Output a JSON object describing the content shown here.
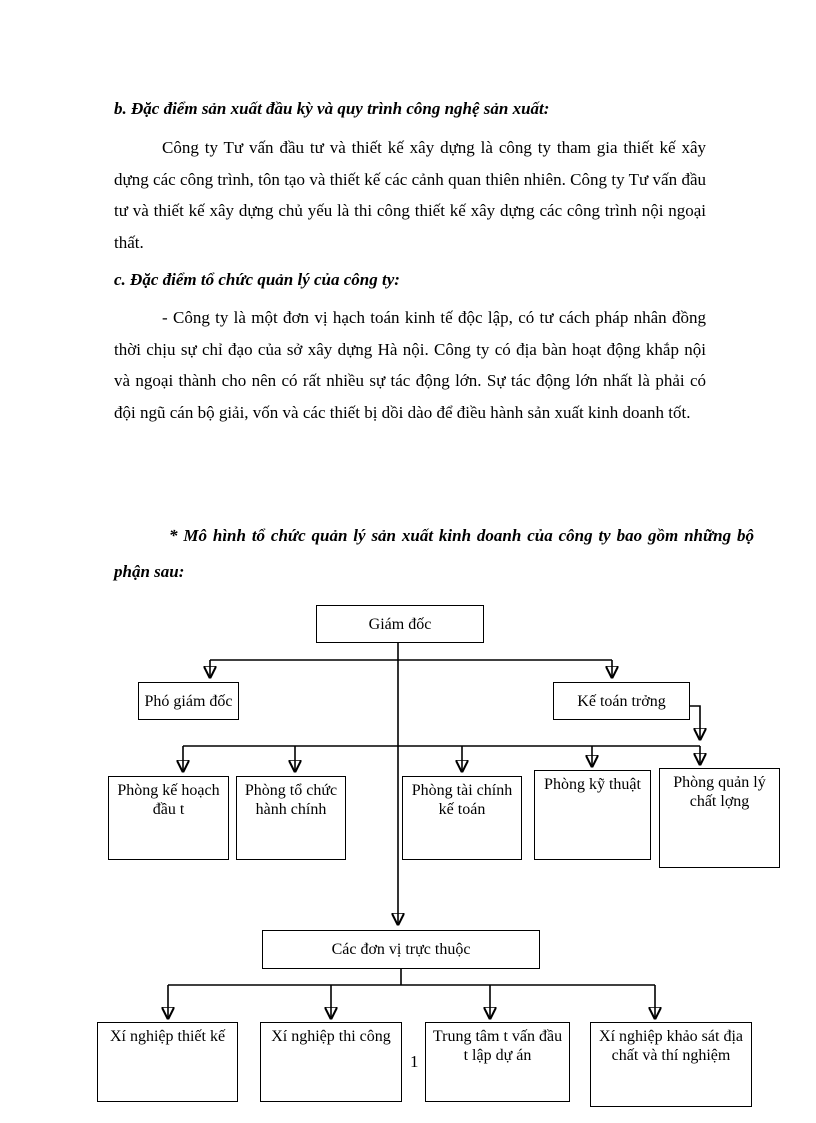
{
  "document": {
    "section_b_heading": "b. Đặc điểm sản xuất đầu kỳ và quy trình công nghệ sản xuất:",
    "section_b_paragraph": "Công ty Tư vấn đầu tư và thiết kế xây dựng là công ty tham gia thiết kế xây dựng các công trình, tôn tạo và thiết kế các cảnh quan thiên nhiên. Công ty Tư vấn đầu tư và thiết kế xây dựng chủ yếu là thi công thiết kế xây dựng các công trình nội ngoại thất.",
    "section_c_heading": "c. Đặc điểm tổ chức quản lý của công ty:",
    "section_c_paragraph": "- Công ty là một đơn vị hạch toán kinh tế độc lập, có tư cách pháp nhân đồng thời chịu sự chỉ đạo của sở xây dựng Hà nội. Công ty có địa bàn hoạt động khắp nội và ngoại thành cho nên có rất nhiều sự tác động lớn. Sự tác động lớn nhất là phải có đội ngũ cán bộ giải, vốn và các thiết bị dồi dào để điều hành sản xuất kinh doanh tốt.",
    "diagram_caption": "* Mô hình tổ chức quản lý sản xuất kinh doanh của công ty bao gồm những bộ phận sau:",
    "page_number": "1"
  },
  "org_chart": {
    "director": "Giám đốc",
    "deputy_director": "Phó giám đốc",
    "chief_accountant": "Kế toán trởng",
    "departments": [
      "Phòng kế hoạch đầu t",
      "Phòng tổ chức hành chính",
      "Phòng tài chính kế toán",
      "Phòng kỹ thuật",
      "Phòng quản lý chất lợng"
    ],
    "subordinate_units_label": "Các đơn vị trực thuộc",
    "units": [
      "Xí nghiệp thiết kế",
      "Xí nghiệp thi công",
      "Trung tâm t vấn đầu t lập dự án",
      "Xí nghiệp khảo sát địa chất và thí nghiệm"
    ]
  }
}
